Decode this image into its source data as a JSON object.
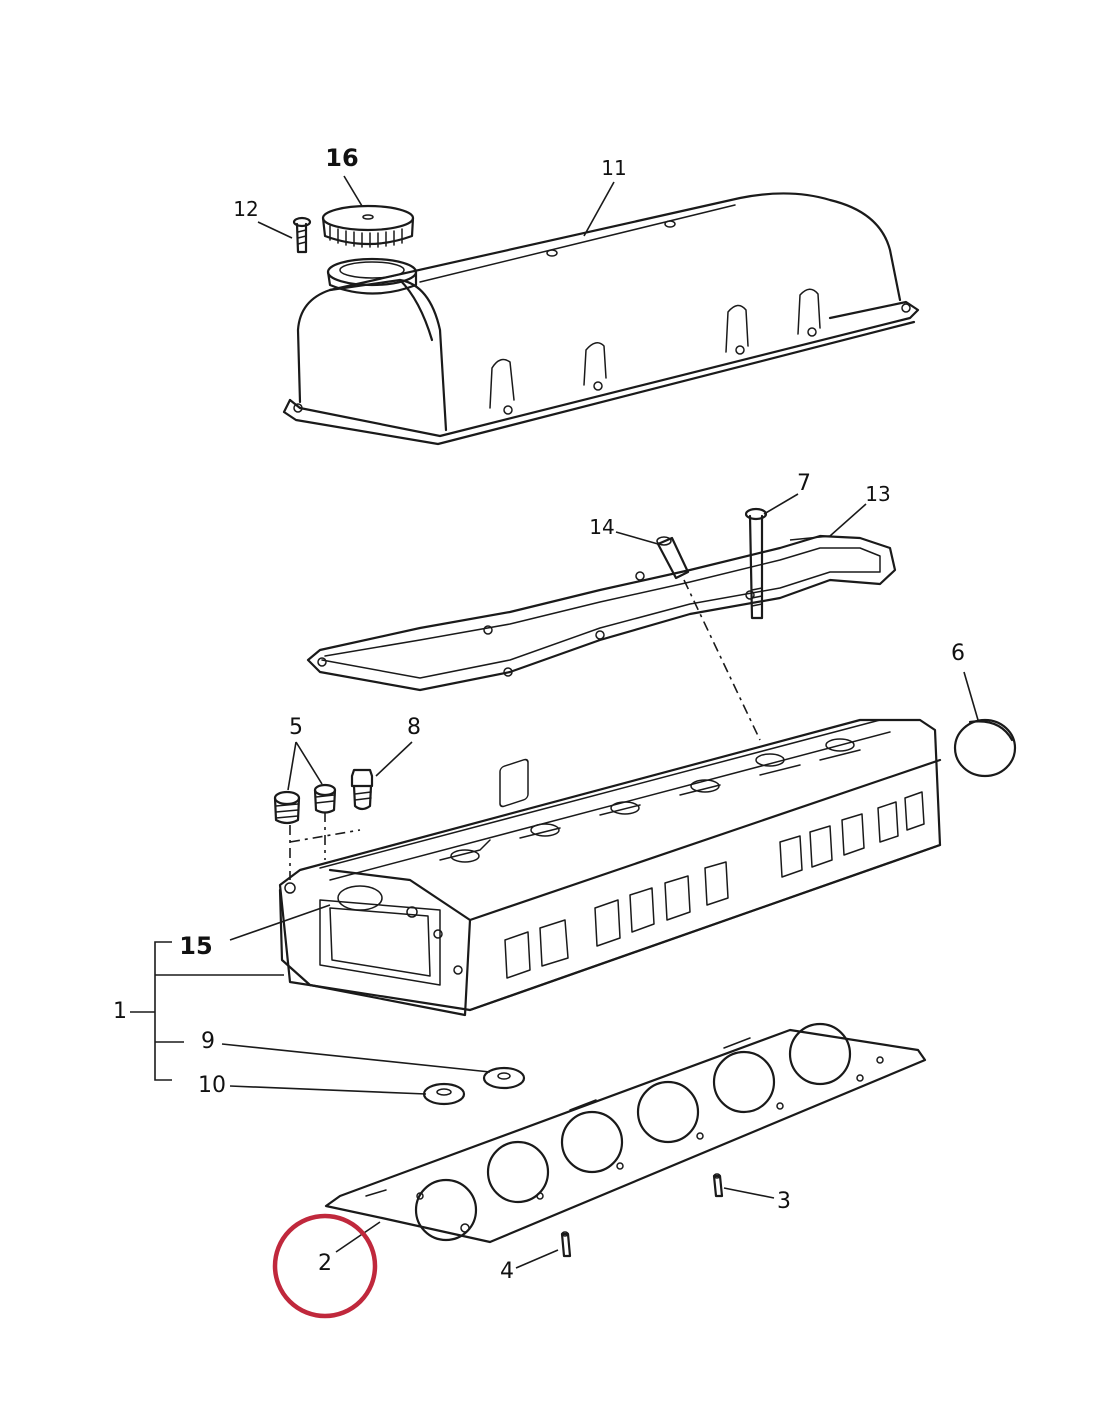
{
  "callouts": {
    "c1": "1",
    "c2": "2",
    "c3": "3",
    "c4": "4",
    "c5": "5",
    "c6": "6",
    "c7": "7",
    "c8": "8",
    "c9": "9",
    "c10": "10",
    "c11": "11",
    "c12": "12",
    "c13": "13",
    "c14": "14",
    "c15": "15",
    "c16": "16"
  },
  "highlight": {
    "target": "2",
    "color": "#c0283c"
  }
}
